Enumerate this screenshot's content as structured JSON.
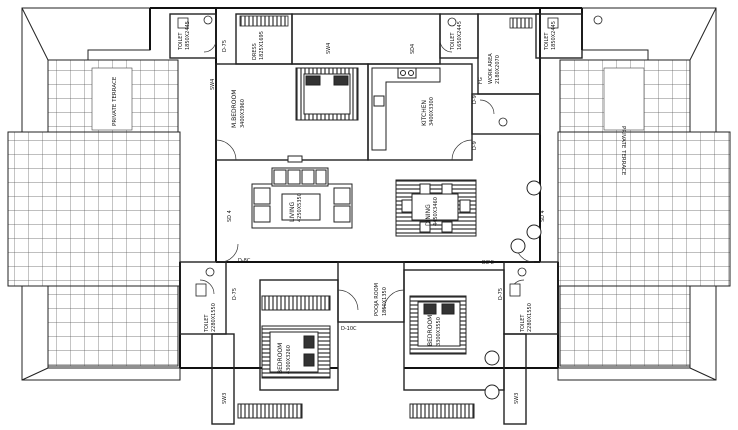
{
  "rooms": {
    "toilet_top_left": {
      "name": "TOILET",
      "size": "1850X2445"
    },
    "dress": {
      "name": "DRESS",
      "size": "1825X1695"
    },
    "toilet_top_right": {
      "name": "TOILET",
      "size": "1650X2445"
    },
    "work_area": {
      "name": "WORK AREA",
      "size": "2180X2070"
    },
    "toilet_far_right": {
      "name": "TOILET",
      "size": "1850X2445"
    },
    "master_bedroom": {
      "name": "M.BEDROOM",
      "size": "3400X3960"
    },
    "kitchen": {
      "name": "KITCHEN",
      "size": "3400X3300"
    },
    "private_terrace_left": {
      "name": "PRIVATE TERRACE"
    },
    "private_terrace_right": {
      "name": "PRIVATE TERRACE"
    },
    "living": {
      "name": "LIVING",
      "size": "4250X5350"
    },
    "dining": {
      "name": "DINING",
      "size": "4450X3460"
    },
    "pooja": {
      "name": "POOJA ROOM",
      "size": "1850X1350"
    },
    "toilet_bottom_left": {
      "name": "TOILET",
      "size": "2280X1550"
    },
    "bedroom_left": {
      "name": "BEDROOM",
      "size": "4300X3260"
    },
    "bedroom_right": {
      "name": "BEDROOM",
      "size": "3300X3550"
    },
    "toilet_bottom_right": {
      "name": "TOILET",
      "size": "2280X1550"
    }
  },
  "tags": {
    "sw4_a": "SW4",
    "sd4_a": "SD4",
    "sw4_b": "SW4",
    "d75": "D-75",
    "fg": "FG",
    "d9_a": "D-9",
    "d9_b": "D-9",
    "sd4_left": "SD 4",
    "sd4_right": "SD 4",
    "d8c_left": "D-8C",
    "d8c_right": "D8'C",
    "d75_bl": "D-75",
    "d75_br": "D-75",
    "d10c": "D-10C",
    "sw3_left": "SW3",
    "sw3_right": "SW3"
  }
}
